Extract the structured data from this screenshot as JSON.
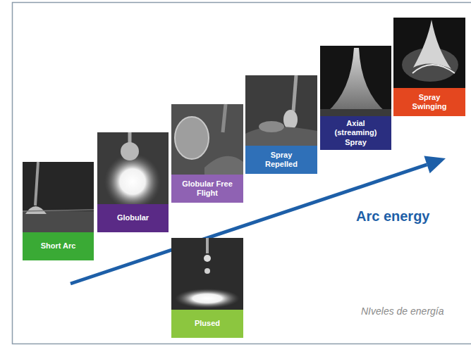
{
  "diagram": {
    "caption": "NIveles de energía",
    "nodes": [
      {
        "text": [
          "Short Arc"
        ]
      },
      {
        "text": [
          "Globular"
        ]
      },
      {
        "text": [
          "Globular Free Flight"
        ]
      },
      {
        "text": [
          "Spray Repelled"
        ]
      },
      {
        "text": [
          "Axial (streaming) Spray"
        ]
      },
      {
        "text": [
          "Spray Swinging"
        ]
      },
      {
        "text": [
          "Plused"
        ]
      }
    ],
    "labels": [
      "Arc energy"
    ]
  }
}
